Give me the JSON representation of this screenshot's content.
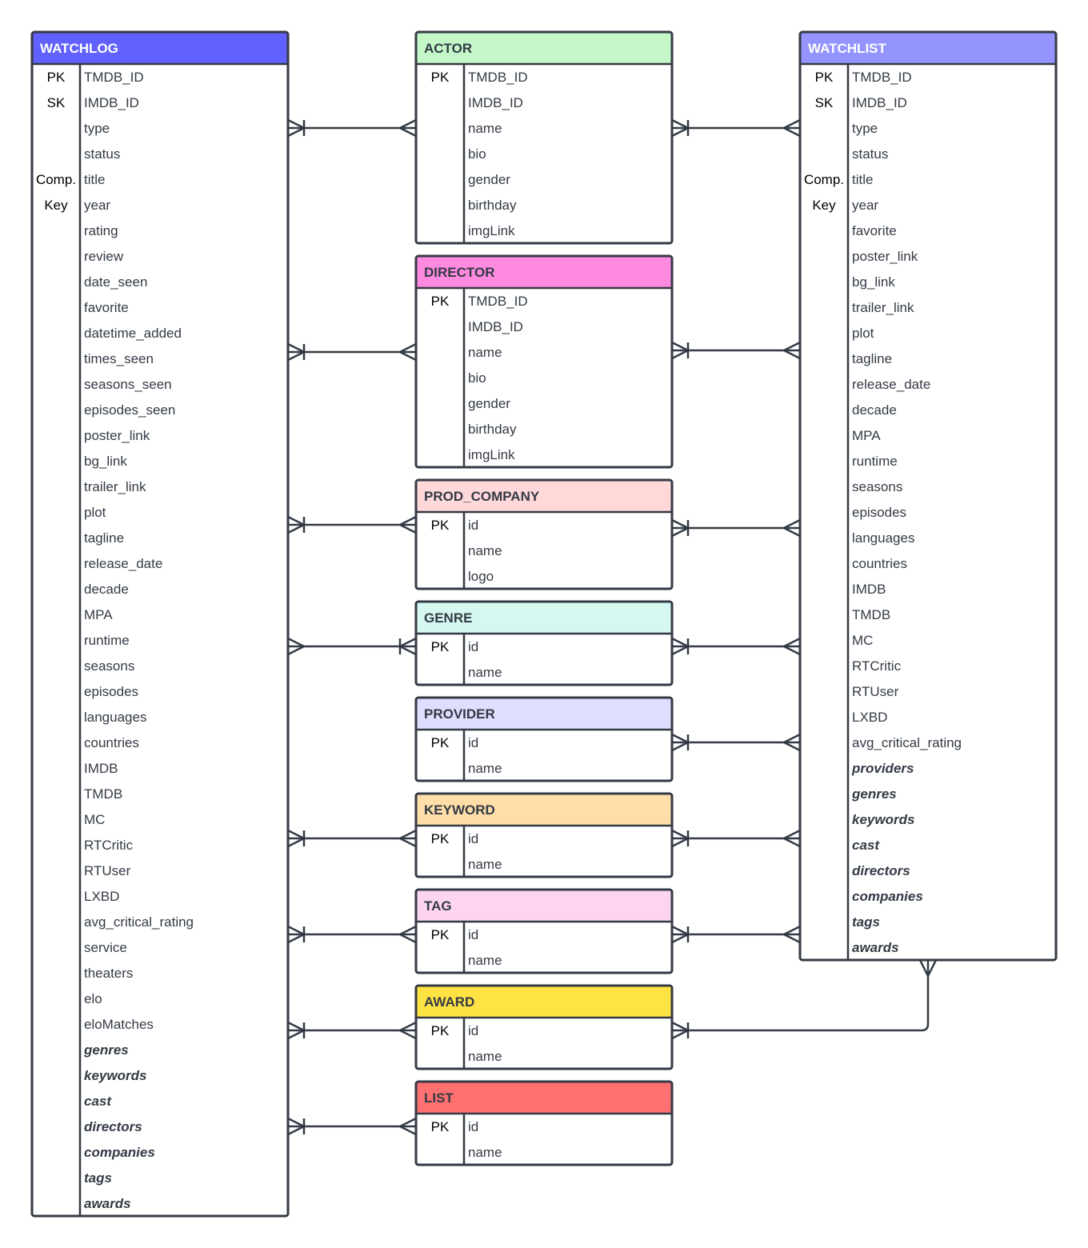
{
  "entities": [
    {
      "id": "watchlog",
      "title": "WATCHLOG",
      "header_color": "#6161ff",
      "title_color": "#ffffff",
      "rows": [
        {
          "key": "PK",
          "name": "TMDB_ID"
        },
        {
          "key": "SK",
          "name": "IMDB_ID"
        },
        {
          "key": "",
          "name": "type"
        },
        {
          "key": "",
          "name": "status"
        },
        {
          "key": "Comp.",
          "name": "title"
        },
        {
          "key": "Key",
          "name": "year"
        },
        {
          "key": "",
          "name": "rating"
        },
        {
          "key": "",
          "name": "review"
        },
        {
          "key": "",
          "name": "date_seen"
        },
        {
          "key": "",
          "name": "favorite"
        },
        {
          "key": "",
          "name": "datetime_added"
        },
        {
          "key": "",
          "name": "times_seen"
        },
        {
          "key": "",
          "name": "seasons_seen"
        },
        {
          "key": "",
          "name": "episodes_seen"
        },
        {
          "key": "",
          "name": "poster_link"
        },
        {
          "key": "",
          "name": "bg_link"
        },
        {
          "key": "",
          "name": "trailer_link"
        },
        {
          "key": "",
          "name": "plot"
        },
        {
          "key": "",
          "name": "tagline"
        },
        {
          "key": "",
          "name": "release_date"
        },
        {
          "key": "",
          "name": "decade"
        },
        {
          "key": "",
          "name": "MPA"
        },
        {
          "key": "",
          "name": "runtime"
        },
        {
          "key": "",
          "name": "seasons"
        },
        {
          "key": "",
          "name": "episodes"
        },
        {
          "key": "",
          "name": "languages"
        },
        {
          "key": "",
          "name": "countries"
        },
        {
          "key": "",
          "name": "IMDB"
        },
        {
          "key": "",
          "name": "TMDB"
        },
        {
          "key": "",
          "name": "MC"
        },
        {
          "key": "",
          "name": "RTCritic"
        },
        {
          "key": "",
          "name": "RTUser"
        },
        {
          "key": "",
          "name": "LXBD"
        },
        {
          "key": "",
          "name": "avg_critical_rating"
        },
        {
          "key": "",
          "name": "service"
        },
        {
          "key": "",
          "name": "theaters"
        },
        {
          "key": "",
          "name": "elo"
        },
        {
          "key": "",
          "name": "eloMatches"
        },
        {
          "key": "",
          "name": "genres",
          "rel": true
        },
        {
          "key": "",
          "name": "keywords",
          "rel": true
        },
        {
          "key": "",
          "name": "cast",
          "rel": true
        },
        {
          "key": "",
          "name": "directors",
          "rel": true
        },
        {
          "key": "",
          "name": "companies",
          "rel": true
        },
        {
          "key": "",
          "name": "tags",
          "rel": true
        },
        {
          "key": "",
          "name": "awards",
          "rel": true
        }
      ]
    },
    {
      "id": "actor",
      "title": "ACTOR",
      "header_color": "#c3f7c8",
      "title_color": "#333a45",
      "rows": [
        {
          "key": "PK",
          "name": "TMDB_ID"
        },
        {
          "key": "",
          "name": "IMDB_ID"
        },
        {
          "key": "",
          "name": "name"
        },
        {
          "key": "",
          "name": "bio"
        },
        {
          "key": "",
          "name": "gender"
        },
        {
          "key": "",
          "name": "birthday"
        },
        {
          "key": "",
          "name": "imgLink"
        }
      ]
    },
    {
      "id": "director",
      "title": "DIRECTOR",
      "header_color": "#ff8ae0",
      "title_color": "#333a45",
      "rows": [
        {
          "key": "PK",
          "name": "TMDB_ID"
        },
        {
          "key": "",
          "name": "IMDB_ID"
        },
        {
          "key": "",
          "name": "name"
        },
        {
          "key": "",
          "name": "bio"
        },
        {
          "key": "",
          "name": "gender"
        },
        {
          "key": "",
          "name": "birthday"
        },
        {
          "key": "",
          "name": "imgLink"
        }
      ]
    },
    {
      "id": "prod_company",
      "title": "PROD_COMPANY",
      "header_color": "#ffd9d9",
      "title_color": "#333a45",
      "rows": [
        {
          "key": "PK",
          "name": "id"
        },
        {
          "key": "",
          "name": "name"
        },
        {
          "key": "",
          "name": "logo"
        }
      ]
    },
    {
      "id": "genre",
      "title": "GENRE",
      "header_color": "#d5f8f0",
      "title_color": "#333a45",
      "rows": [
        {
          "key": "PK",
          "name": "id"
        },
        {
          "key": "",
          "name": "name"
        }
      ]
    },
    {
      "id": "provider",
      "title": "PROVIDER",
      "header_color": "#dedeff",
      "title_color": "#333a45",
      "rows": [
        {
          "key": "PK",
          "name": "id"
        },
        {
          "key": "",
          "name": "name"
        }
      ]
    },
    {
      "id": "keyword",
      "title": "KEYWORD",
      "header_color": "#ffdea8",
      "title_color": "#333a45",
      "rows": [
        {
          "key": "PK",
          "name": "id"
        },
        {
          "key": "",
          "name": "name"
        }
      ]
    },
    {
      "id": "tag",
      "title": "TAG",
      "header_color": "#fdd5f3",
      "title_color": "#333a45",
      "rows": [
        {
          "key": "PK",
          "name": "id"
        },
        {
          "key": "",
          "name": "name"
        }
      ]
    },
    {
      "id": "award",
      "title": "AWARD",
      "header_color": "#ffe342",
      "title_color": "#333a45",
      "rows": [
        {
          "key": "PK",
          "name": "id"
        },
        {
          "key": "",
          "name": "name"
        }
      ]
    },
    {
      "id": "list",
      "title": "LIST",
      "header_color": "#ff7070",
      "title_color": "#333a45",
      "rows": [
        {
          "key": "PK",
          "name": "id"
        },
        {
          "key": "",
          "name": "name"
        }
      ]
    },
    {
      "id": "watchlist",
      "title": "WATCHLIST",
      "header_color": "#9494ff",
      "title_color": "#ffffff",
      "rows": [
        {
          "key": "PK",
          "name": "TMDB_ID"
        },
        {
          "key": "SK",
          "name": "IMDB_ID"
        },
        {
          "key": "",
          "name": "type"
        },
        {
          "key": "",
          "name": "status"
        },
        {
          "key": "Comp.",
          "name": "title"
        },
        {
          "key": "Key",
          "name": "year"
        },
        {
          "key": "",
          "name": "favorite"
        },
        {
          "key": "",
          "name": "poster_link"
        },
        {
          "key": "",
          "name": "bg_link"
        },
        {
          "key": "",
          "name": "trailer_link"
        },
        {
          "key": "",
          "name": "plot"
        },
        {
          "key": "",
          "name": "tagline"
        },
        {
          "key": "",
          "name": "release_date"
        },
        {
          "key": "",
          "name": "decade"
        },
        {
          "key": "",
          "name": "MPA"
        },
        {
          "key": "",
          "name": "runtime"
        },
        {
          "key": "",
          "name": "seasons"
        },
        {
          "key": "",
          "name": "episodes"
        },
        {
          "key": "",
          "name": "languages"
        },
        {
          "key": "",
          "name": "countries"
        },
        {
          "key": "",
          "name": "IMDB"
        },
        {
          "key": "",
          "name": "TMDB"
        },
        {
          "key": "",
          "name": "MC"
        },
        {
          "key": "",
          "name": "RTCritic"
        },
        {
          "key": "",
          "name": "RTUser"
        },
        {
          "key": "",
          "name": "LXBD"
        },
        {
          "key": "",
          "name": "avg_critical_rating"
        },
        {
          "key": "",
          "name": "providers",
          "rel": true
        },
        {
          "key": "",
          "name": "genres",
          "rel": true
        },
        {
          "key": "",
          "name": "keywords",
          "rel": true
        },
        {
          "key": "",
          "name": "cast",
          "rel": true
        },
        {
          "key": "",
          "name": "directors",
          "rel": true
        },
        {
          "key": "",
          "name": "companies",
          "rel": true
        },
        {
          "key": "",
          "name": "tags",
          "rel": true
        },
        {
          "key": "",
          "name": "awards",
          "rel": true
        }
      ]
    }
  ],
  "relationships": [
    {
      "from": "watchlog",
      "to": "actor",
      "from_end": "one-or-many",
      "to_end": "many"
    },
    {
      "from": "watchlog",
      "to": "director",
      "from_end": "one-or-many",
      "to_end": "many"
    },
    {
      "from": "watchlog",
      "to": "prod_company",
      "from_end": "one-or-many",
      "to_end": "many"
    },
    {
      "from": "watchlog",
      "to": "genre",
      "from_end": "many",
      "to_end": "one-or-many"
    },
    {
      "from": "watchlog",
      "to": "keyword",
      "from_end": "one-or-many",
      "to_end": "many"
    },
    {
      "from": "watchlog",
      "to": "tag",
      "from_end": "one-or-many",
      "to_end": "many"
    },
    {
      "from": "watchlog",
      "to": "award",
      "from_end": "one-or-many",
      "to_end": "many"
    },
    {
      "from": "watchlog",
      "to": "list",
      "from_end": "one-or-many",
      "to_end": "many"
    },
    {
      "from": "actor",
      "to": "watchlist",
      "from_end": "one-or-many",
      "to_end": "many"
    },
    {
      "from": "director",
      "to": "watchlist",
      "from_end": "one-or-many",
      "to_end": "many"
    },
    {
      "from": "prod_company",
      "to": "watchlist",
      "from_end": "one-or-many",
      "to_end": "many"
    },
    {
      "from": "genre",
      "to": "watchlist",
      "from_end": "one-or-many",
      "to_end": "many"
    },
    {
      "from": "provider",
      "to": "watchlist",
      "from_end": "one-or-many",
      "to_end": "many"
    },
    {
      "from": "keyword",
      "to": "watchlist",
      "from_end": "one-or-many",
      "to_end": "many"
    },
    {
      "from": "tag",
      "to": "watchlist",
      "from_end": "one-or-many",
      "to_end": "many"
    },
    {
      "from": "award",
      "to": "watchlist",
      "from_end": "one-or-many",
      "to_end": "many"
    }
  ],
  "colors": {
    "line": "#333a45",
    "key_text": "#000000",
    "field_text": "#333a45",
    "background": "#ffffff"
  }
}
